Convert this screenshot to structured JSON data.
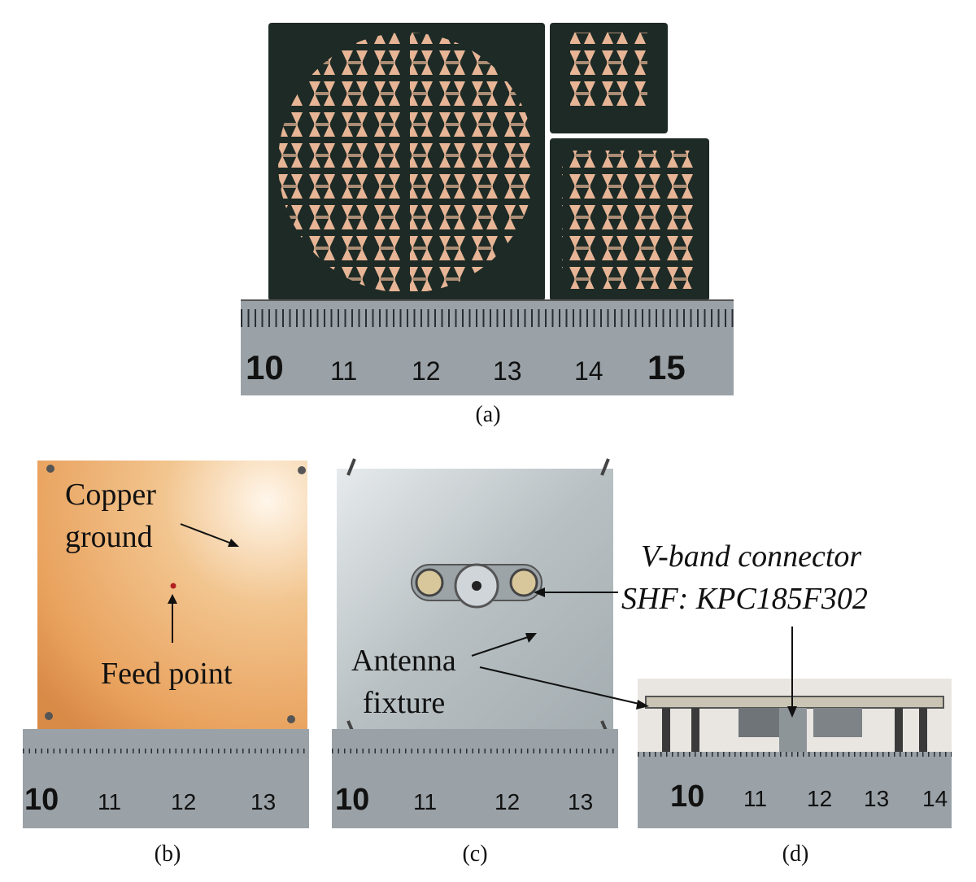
{
  "panels": {
    "a": {
      "caption": "(a)",
      "ruler": {
        "labels": [
          "10",
          "11",
          "12",
          "13",
          "14",
          "15"
        ]
      }
    },
    "b": {
      "caption": "(b)",
      "annotations": {
        "copper_ground_line1": "Copper",
        "copper_ground_line2": "ground",
        "feed_point": "Feed point"
      },
      "ruler": {
        "labels": [
          "10",
          "11",
          "12",
          "13"
        ]
      }
    },
    "c": {
      "caption": "(c)",
      "annotations": {
        "vband_line1": "V-band connector",
        "vband_line2": "SHF: KPC185F302",
        "antenna_line1": "Antenna",
        "antenna_line2": "fixture"
      },
      "ruler": {
        "labels": [
          "10",
          "11",
          "12",
          "13"
        ]
      }
    },
    "d": {
      "caption": "(d)",
      "ruler": {
        "labels": [
          "10",
          "11",
          "12",
          "13",
          "14"
        ]
      }
    }
  },
  "colors": {
    "pcb": "#1e2a25",
    "copper": "#e7b596",
    "copper_ground": "#e9a25e",
    "aluminum": "#bfc6c9",
    "ruler": "#9aa2a7"
  }
}
